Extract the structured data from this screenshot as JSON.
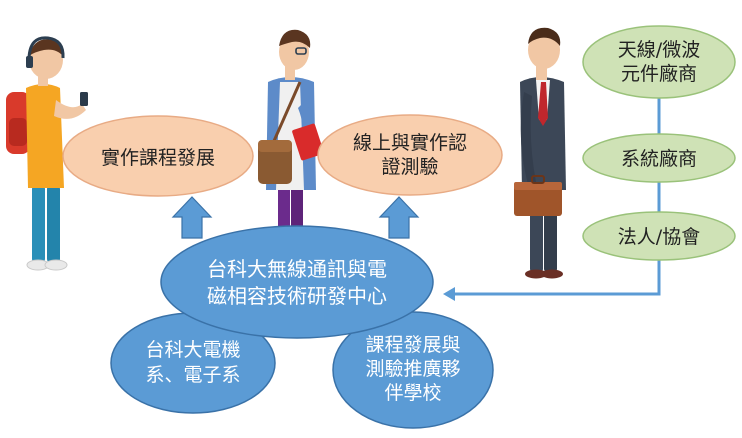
{
  "nodes": {
    "practice_course": "實作課程發展",
    "online_cert_line1": "線上與實作認",
    "online_cert_line2": "證測驗",
    "center_line1": "台科大無線通訊與電",
    "center_line2": "磁相容技術研發中心",
    "dept_line1": "台科大電機",
    "dept_line2": "系、電子系",
    "partner_line1": "課程發展與",
    "partner_line2": "測驗推廣夥",
    "partner_line3": "伴學校"
  },
  "industry": {
    "antenna_line1": "天線/微波",
    "antenna_line2": "元件廠商",
    "system": "系統廠商",
    "legal": "法人/協會"
  },
  "colors": {
    "peach_fill": "#f9cfae",
    "peach_stroke": "#e8ab85",
    "blue_fill": "#5b9bd5",
    "blue_stroke": "#3a72a8",
    "green_fill": "#cfe2b6",
    "green_stroke": "#9ac27a",
    "connector": "#5b9bd5"
  },
  "people": [
    {
      "role": "student-with-phone",
      "shirt": "#f5a623",
      "pants": "#2a8fb8"
    },
    {
      "role": "student-with-books",
      "shirt": "#f0f0f0",
      "pants": "#6b2b8c"
    },
    {
      "role": "businessman",
      "suit": "#3c4757"
    }
  ]
}
